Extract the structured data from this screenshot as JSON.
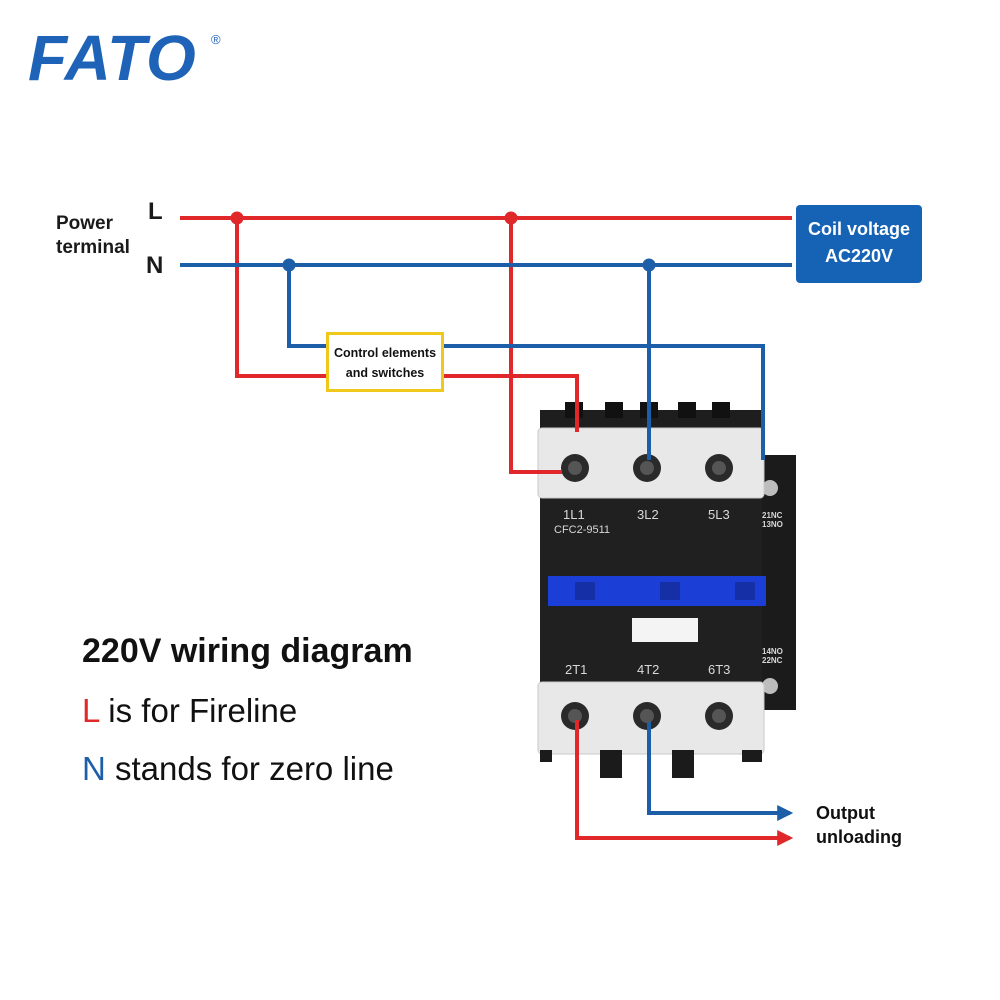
{
  "logo": {
    "text": "FATO",
    "registered": "®"
  },
  "power_terminal": {
    "label_line1": "Power",
    "label_line2": "terminal",
    "line_l": "L",
    "line_n": "N"
  },
  "coil": {
    "line1": "Coil voltage",
    "line2": "AC220V"
  },
  "control_box": {
    "line1": "Control elements",
    "line2": "and switches"
  },
  "contactor": {
    "top_terminals": [
      "1L1",
      "3L2",
      "5L3"
    ],
    "model": "CFC2-9511",
    "bottom_terminals": [
      "2T1",
      "4T2",
      "6T3"
    ],
    "aux_top": [
      "21NC",
      "13NO"
    ],
    "aux_bottom": [
      "14NO",
      "22NC"
    ]
  },
  "title": "220V wiring diagram",
  "legend": {
    "l_key": "L",
    "l_text": " is for Fireline",
    "n_key": "N",
    "n_text": " stands for zero line"
  },
  "output": {
    "line1": "Output",
    "line2": "unloading"
  },
  "colors": {
    "live": "#e0282a",
    "neutral": "#1d5ea8",
    "brand": "#1e63b8",
    "coil_box": "#1663b6",
    "control_border": "#f0c81c"
  }
}
